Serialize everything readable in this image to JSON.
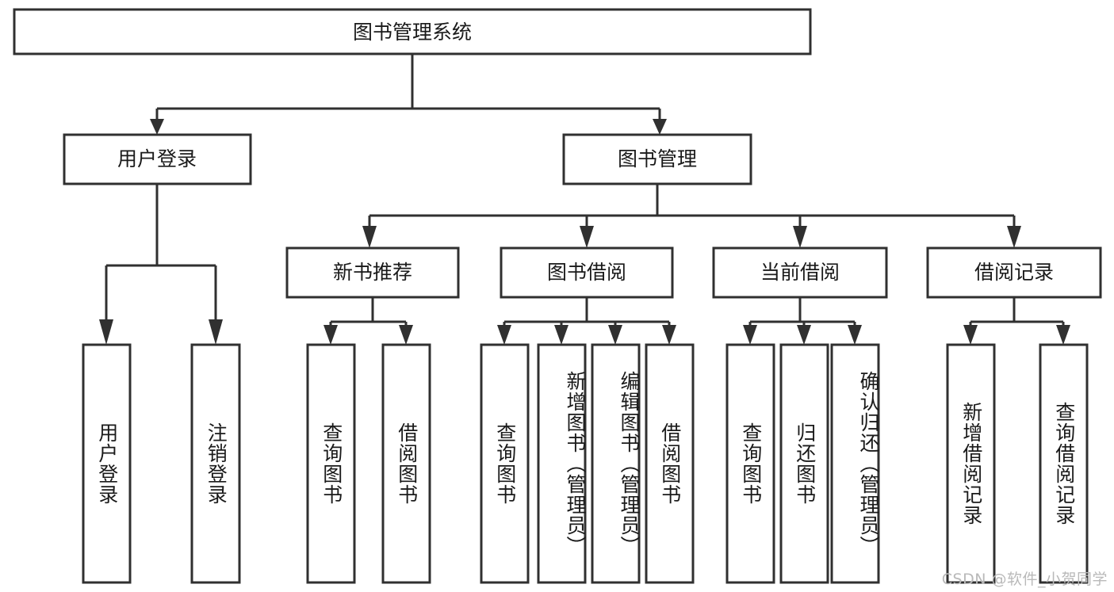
{
  "diagram": {
    "type": "tree",
    "orientation": "top-down",
    "watermark": "CSDN @软件_小贺同学",
    "colors": {
      "stroke": "#303030",
      "box_fill": "#ffffff",
      "text": "#1a1a1a",
      "background": "#ffffff",
      "watermark": "#b9b9b9"
    },
    "root": {
      "id": "root",
      "label": "图书管理系统",
      "orientation": "horizontal"
    },
    "level2": [
      {
        "id": "user-login",
        "label": "用户登录",
        "orientation": "horizontal"
      },
      {
        "id": "book-manage",
        "label": "图书管理",
        "orientation": "horizontal"
      }
    ],
    "level3": [
      {
        "id": "new-book-rec",
        "label": "新书推荐",
        "parent": "book-manage",
        "orientation": "horizontal"
      },
      {
        "id": "book-borrow",
        "label": "图书借阅",
        "parent": "book-manage",
        "orientation": "horizontal"
      },
      {
        "id": "current-borrow",
        "label": "当前借阅",
        "parent": "book-manage",
        "orientation": "horizontal"
      },
      {
        "id": "borrow-record",
        "label": "借阅记录",
        "parent": "book-manage",
        "orientation": "horizontal"
      }
    ],
    "leaves": [
      {
        "id": "leaf-user-login",
        "label": "用户登录",
        "parent": "user-login",
        "orientation": "vertical"
      },
      {
        "id": "leaf-logout",
        "label": "注销登录",
        "parent": "user-login",
        "orientation": "vertical"
      },
      {
        "id": "leaf-query-book-1",
        "label": "查询图书",
        "parent": "new-book-rec",
        "orientation": "vertical"
      },
      {
        "id": "leaf-borrow-book-1",
        "label": "借阅图书",
        "parent": "new-book-rec",
        "orientation": "vertical"
      },
      {
        "id": "leaf-query-book-2",
        "label": "查询图书",
        "parent": "book-borrow",
        "orientation": "vertical"
      },
      {
        "id": "leaf-add-book",
        "label": "新增图书（管理员）",
        "parent": "book-borrow",
        "orientation": "vertical"
      },
      {
        "id": "leaf-edit-book",
        "label": "编辑图书（管理员）",
        "parent": "book-borrow",
        "orientation": "vertical"
      },
      {
        "id": "leaf-borrow-book-2",
        "label": "借阅图书",
        "parent": "book-borrow",
        "orientation": "vertical"
      },
      {
        "id": "leaf-query-book-3",
        "label": "查询图书",
        "parent": "current-borrow",
        "orientation": "vertical"
      },
      {
        "id": "leaf-return-book",
        "label": "归还图书",
        "parent": "current-borrow",
        "orientation": "vertical"
      },
      {
        "id": "leaf-confirm-return",
        "label": "确认归还（管理员）",
        "parent": "current-borrow",
        "orientation": "vertical"
      },
      {
        "id": "leaf-add-record",
        "label": "新增借阅记录",
        "parent": "borrow-record",
        "orientation": "vertical"
      },
      {
        "id": "leaf-query-record",
        "label": "查询借阅记录",
        "parent": "borrow-record",
        "orientation": "vertical"
      }
    ]
  }
}
